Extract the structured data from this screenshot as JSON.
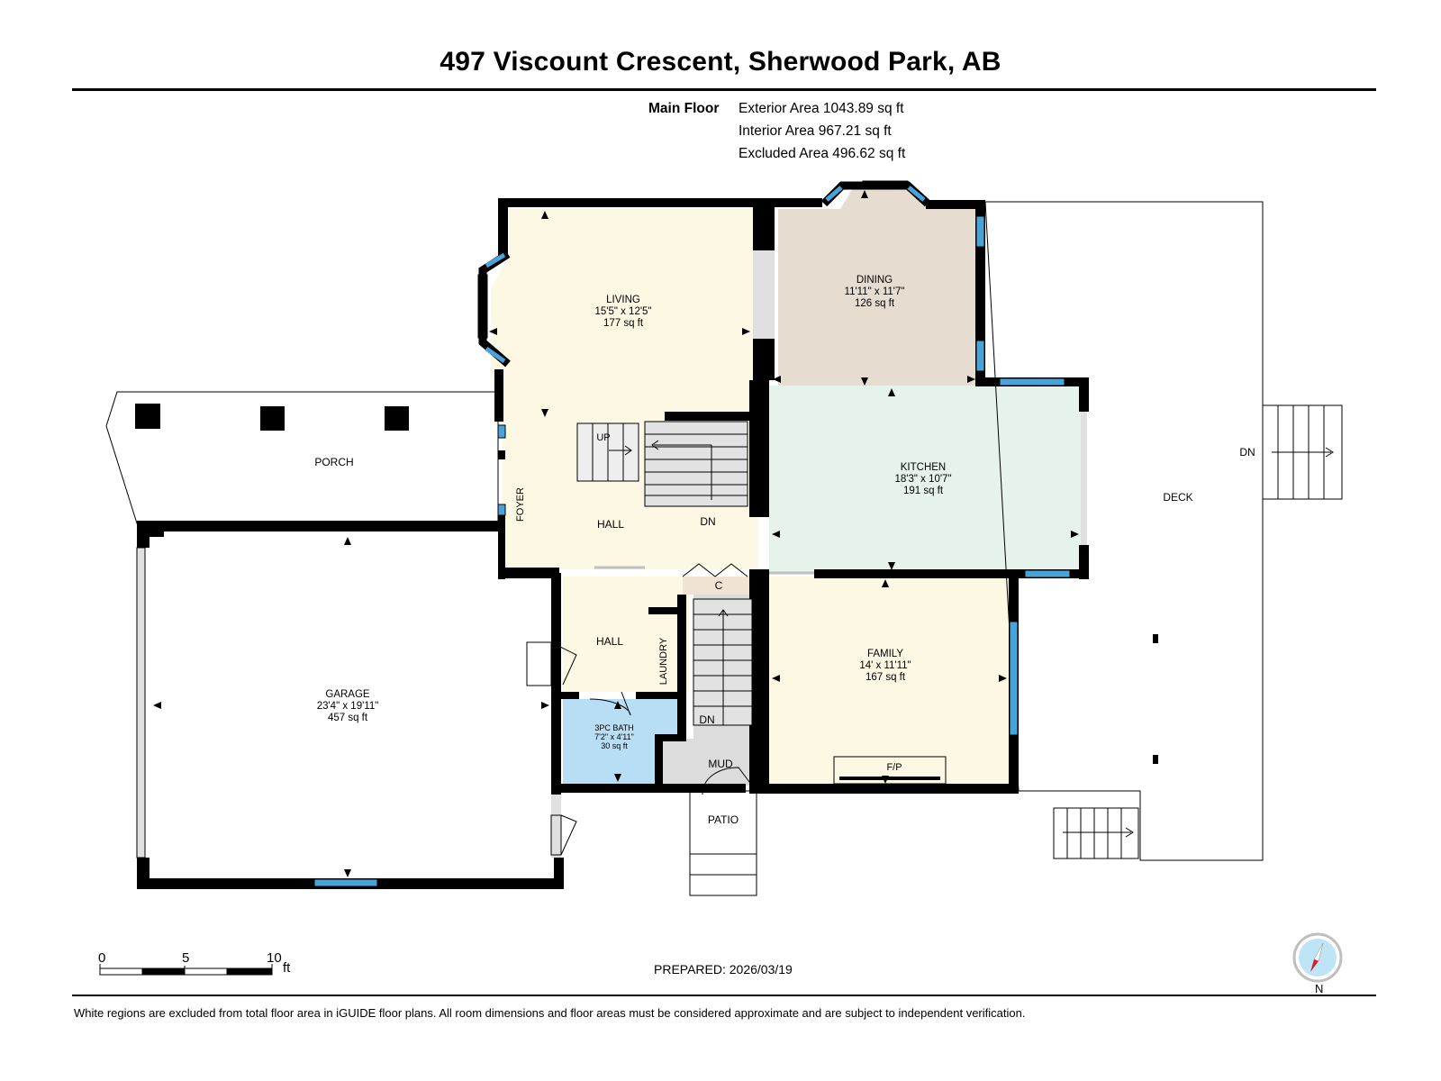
{
  "header": {
    "title": "497 Viscount Crescent, Sherwood Park, AB"
  },
  "areas": {
    "floor_label": "Main Floor",
    "exterior": "Exterior Area 1043.89 sq ft",
    "interior": "Interior Area 967.21 sq ft",
    "excluded": "Excluded Area 496.62 sq ft"
  },
  "rooms": {
    "living": {
      "name": "LIVING",
      "dims": "15'5\" x 12'5\"",
      "area": "177 sq ft"
    },
    "dining": {
      "name": "DINING",
      "dims": "11'11\" x 11'7\"",
      "area": "126 sq ft"
    },
    "kitchen": {
      "name": "KITCHEN",
      "dims": "18'3\" x 10'7\"",
      "area": "191 sq ft"
    },
    "family": {
      "name": "FAMILY",
      "dims": "14' x 11'11\"",
      "area": "167 sq ft"
    },
    "garage": {
      "name": "GARAGE",
      "dims": "23'4\" x 19'11\"",
      "area": "457 sq ft"
    },
    "bath": {
      "name": "3PC BATH",
      "dims": "7'2\" x 4'11\"",
      "area": "30 sq ft"
    }
  },
  "labels": {
    "porch": "PORCH",
    "foyer": "FOYER",
    "hall_main": "HALL",
    "hall_small": "HALL",
    "laundry": "LAUNDRY",
    "closet": "C",
    "mud": "MUD",
    "patio": "PATIO",
    "deck": "DECK",
    "fireplace": "F/P",
    "stair_up": "UP",
    "stair_dn": "DN",
    "stair_dn_2": "DN",
    "deck_dn": "DN"
  },
  "scale": {
    "ticks": [
      "0",
      "5",
      "10"
    ],
    "unit": "ft"
  },
  "compass": {
    "label": "N"
  },
  "footer": {
    "prepared": "PREPARED: 2026/03/19",
    "disclaimer": "White regions are excluded from total floor area in iGUIDE floor plans. All room dimensions and floor areas must be considered approximate and are subject to independent verification."
  },
  "colors": {
    "living": "#fdf8e3",
    "dining": "#e6ddd0",
    "kitchen": "#e5f3ea",
    "family": "#fdf8e3",
    "hall": "#fdf8e3",
    "bath": "#b7def5",
    "grey": "#dcdcdc",
    "window": "#4aa3d8",
    "wall": "#000000"
  }
}
